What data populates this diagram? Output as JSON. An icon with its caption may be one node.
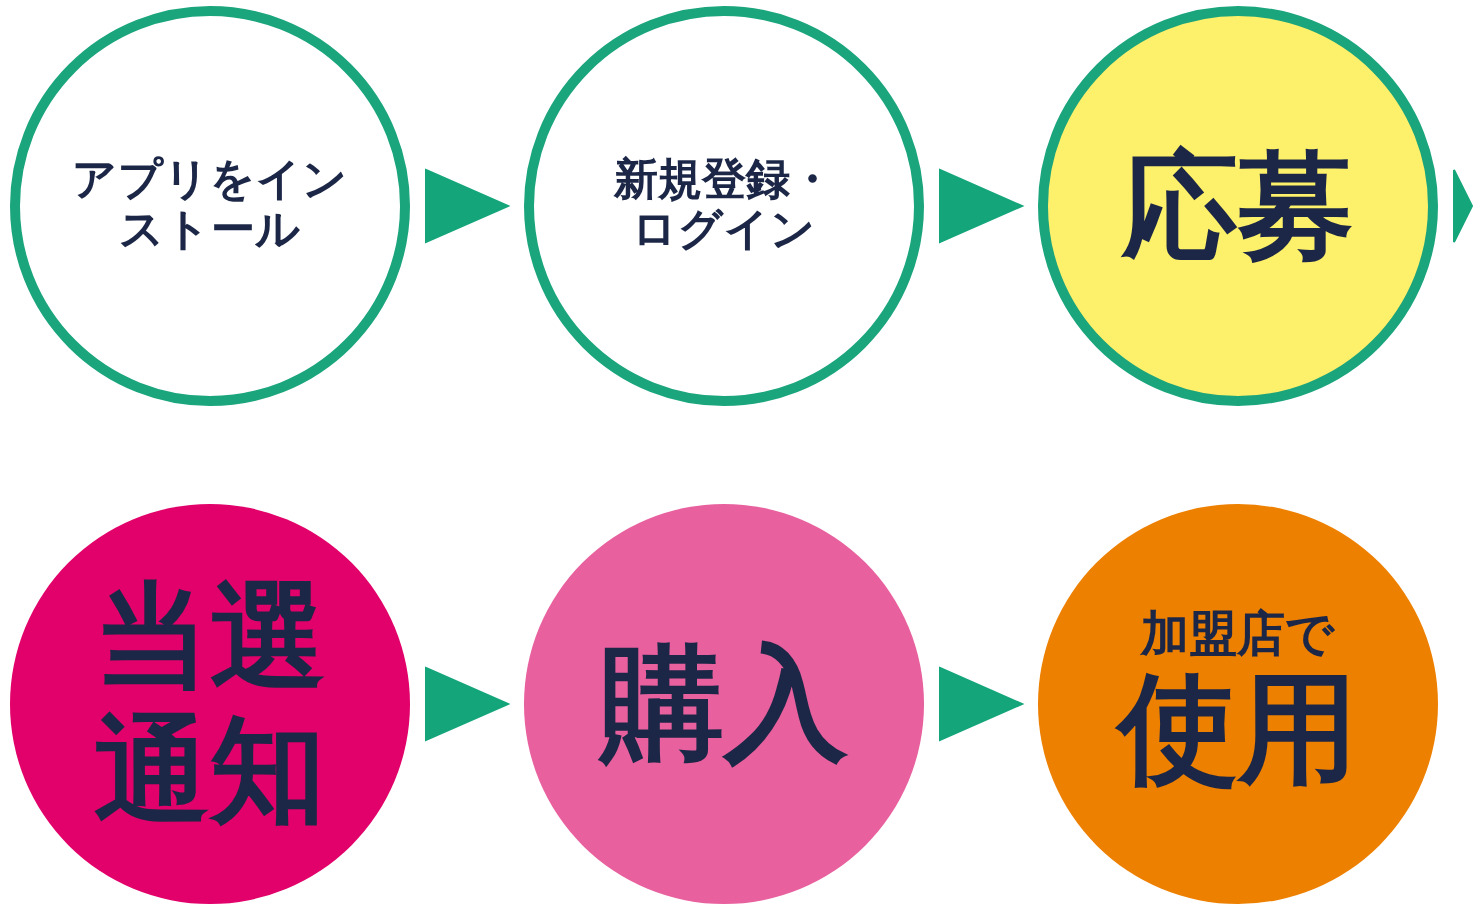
{
  "diagram": {
    "nodes": [
      {
        "text": [
          "アプリをインストール"
        ]
      },
      {
        "text": [
          "新規登録・ログイン"
        ]
      },
      {
        "text": [
          "応募"
        ]
      },
      {
        "text": [
          "当選通知"
        ]
      },
      {
        "text": [
          "購入"
        ]
      },
      {
        "text": [
          "加盟店で",
          "使用"
        ]
      }
    ],
    "edges": [
      {
        "from": 0,
        "to": 1,
        "arrow": "to"
      },
      {
        "from": 1,
        "to": 2,
        "arrow": "to"
      },
      {
        "from": 2,
        "to": null,
        "arrow": "to"
      },
      {
        "from": 3,
        "to": 4,
        "arrow": "to"
      },
      {
        "from": 4,
        "to": 5,
        "arrow": "to"
      }
    ]
  }
}
